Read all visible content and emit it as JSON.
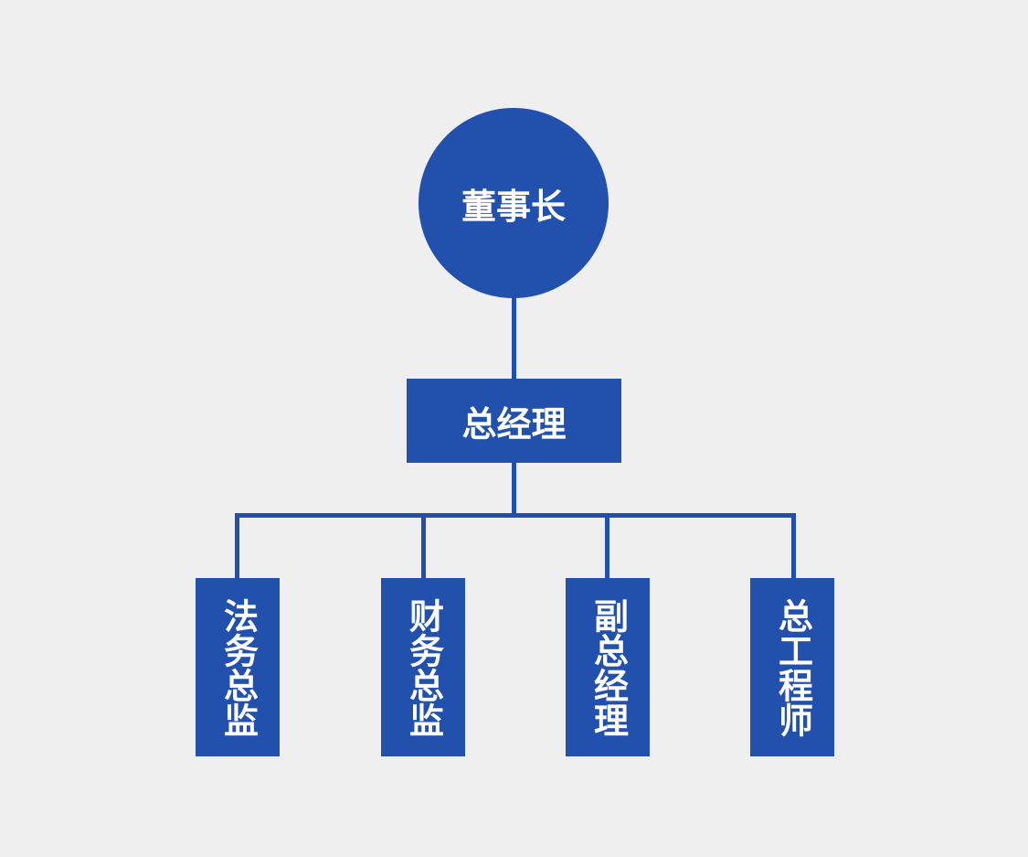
{
  "colors": {
    "background": "#efeff0",
    "node_fill": "#2150ad",
    "connector_line": "#2150ac",
    "node_text": "#ffffff"
  },
  "org_chart": {
    "type": "org-hierarchy",
    "root": {
      "label": "董事长"
    },
    "level2": {
      "label": "总经理"
    },
    "departments": [
      {
        "label": "法务总监"
      },
      {
        "label": "财务总监"
      },
      {
        "label": "副总经理"
      },
      {
        "label": "总工程师"
      }
    ]
  }
}
